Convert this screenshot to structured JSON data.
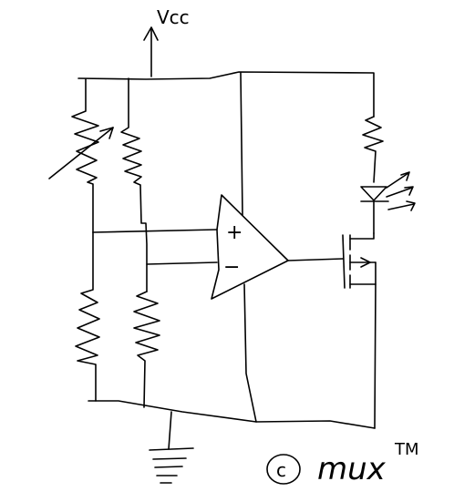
{
  "labels": {
    "vcc": "Vcc",
    "plus": "+",
    "minus": "−",
    "copyright": "c",
    "author": "mux",
    "trademark": "TM"
  },
  "colors": {
    "ink": "#000000",
    "background": "#ffffff"
  }
}
